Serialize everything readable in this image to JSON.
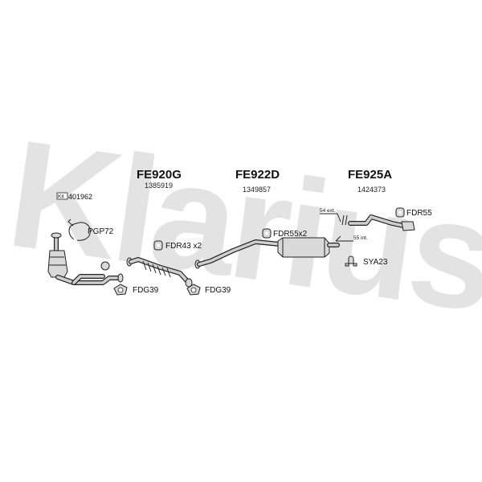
{
  "watermark": "Klarius",
  "sections": [
    {
      "code": "FE920G",
      "number": "1385919"
    },
    {
      "code": "FE922D",
      "number": "1349857"
    },
    {
      "code": "FE925A",
      "number": "1424373"
    }
  ],
  "kit": {
    "badge": "Kit",
    "number": "401962"
  },
  "parts": {
    "pgp": "PGP72",
    "fdr43": "FDR43 x2",
    "fdg39_a": "FDG39",
    "fdg39_b": "FDG39",
    "fdr55x2": "FDR55x2",
    "fdr55": "FDR55",
    "sya23": "SYA23"
  },
  "dimensions": {
    "ext": "54 ext.",
    "int": "55 int."
  }
}
